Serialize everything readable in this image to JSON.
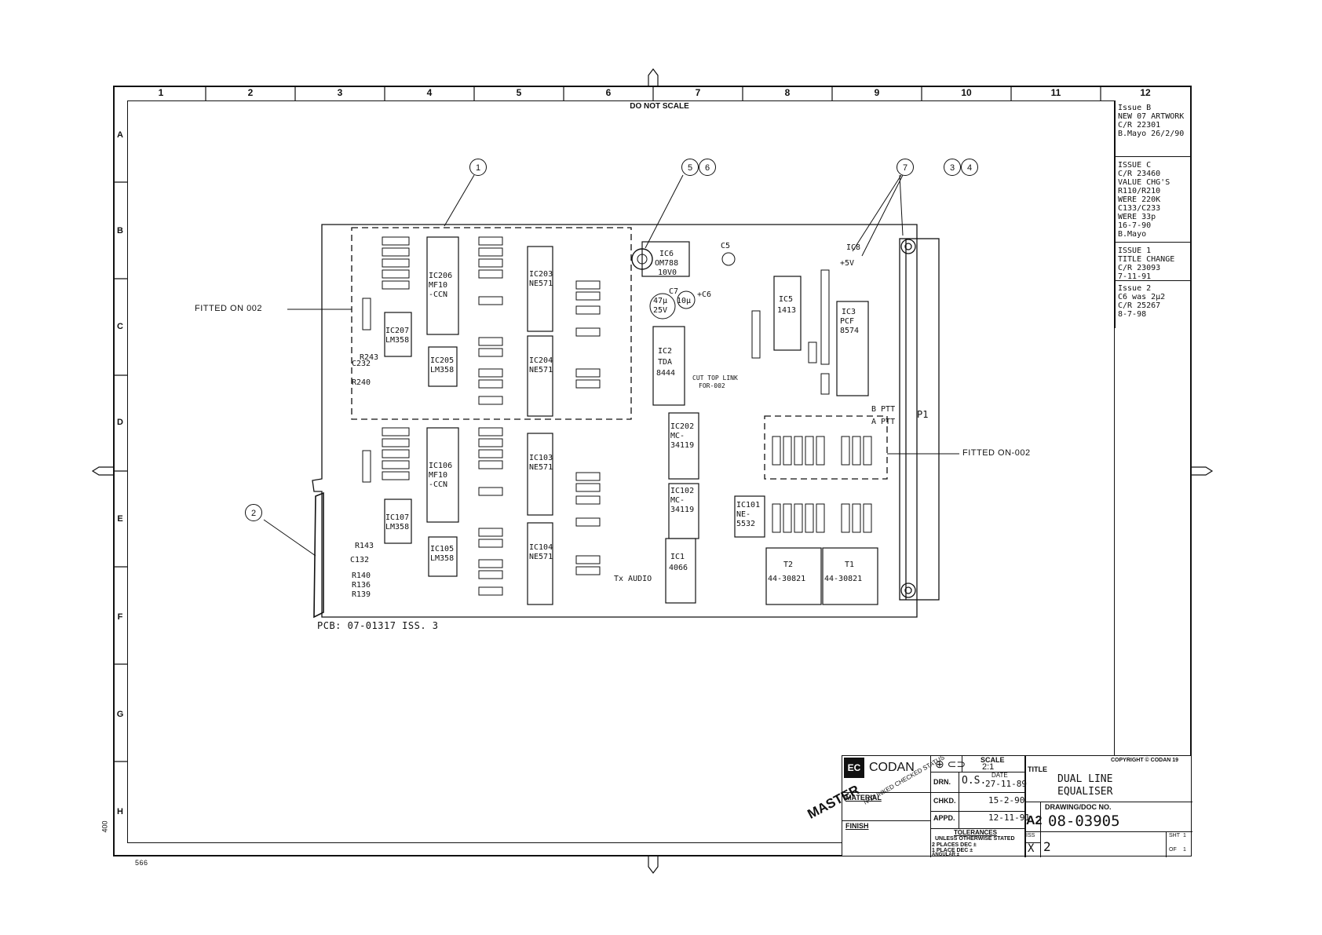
{
  "drawing": {
    "do_not_scale": "DO NOT SCALE",
    "columns": [
      "1",
      "2",
      "3",
      "4",
      "5",
      "6",
      "7",
      "8",
      "9",
      "10",
      "11",
      "12"
    ],
    "rows": [
      "A",
      "B",
      "C",
      "D",
      "E",
      "F",
      "G",
      "H"
    ],
    "pcb_label": "PCB: 07-01317 ISS. 3",
    "fitted_left": "FITTED ON 002",
    "fitted_right": "FITTED ON-002",
    "callouts": [
      "1",
      "2",
      "5",
      "6",
      "7",
      "3",
      "4"
    ],
    "connector_label": "P1",
    "board_labels": {
      "ic206": "IC206 MF10 -CCN",
      "ic106": "IC106 MF10 -CCN",
      "ic203": "IC203 NE571",
      "ic204": "IC204 NE571",
      "ic103": "IC103 NE571",
      "ic104": "IC104 NE571",
      "ic207": "IC207 LM358",
      "ic205": "IC205 LM358",
      "ic107": "IC107 LM358",
      "ic105": "IC105 LM358",
      "ic6": "IC6 OM788 10V0",
      "ic2": "IC2 TDA 8444",
      "ic5": "IC5 1413",
      "ic3": "IC3 PCF 8574",
      "ic202": "IC202 MC-34119",
      "ic102": "IC102 MC-34119",
      "ic101": "IC101 NE-5532",
      "ic1": "IC1 4066",
      "t2": "T2 44-30821",
      "t1": "T1 44-30821",
      "c7": "C7 47µ 25V",
      "c6": "10µ +C6",
      "cut_link": "CUT TOP LINK FOR-002",
      "tx_audio": "Tx AUDIO",
      "ptt_a": "A PTT",
      "ptt_b": "B PTT",
      "v5": "+5V",
      "c8": "IC8",
      "c5": "C5"
    },
    "corner_notes": {
      "left_bottom": "400",
      "bottom_left": "566"
    }
  },
  "revisions": [
    {
      "lines": [
        "Issue B",
        "NEW 07 ARTWORK",
        "C/R 22301",
        "B.Mayo 26/2/90"
      ]
    },
    {
      "lines": [
        "ISSUE C",
        "C/R 23460",
        "VALUE CHG'S",
        "R110/R210",
        "WERE 220K",
        "C133/C233",
        "WERE 33p",
        "16-7-90",
        "B.Mayo"
      ]
    },
    {
      "lines": [
        "ISSUE 1",
        "TITLE CHANGE",
        "C/R 23093",
        "7-11-91"
      ]
    },
    {
      "lines": [
        "Issue 2",
        "C6 was 2µ2",
        "C/R 25267",
        "8-7-98"
      ]
    }
  ],
  "title_block": {
    "company": "CODAN",
    "logo": "EC",
    "stamp_master": "MASTER",
    "stamp_check": "NOT INKED CHECKED STATUS",
    "material_label": "MATERIAL",
    "finish_label": "FINISH",
    "scale_label": "SCALE",
    "scale_value": "2:1",
    "date_label": "DATE",
    "drn_label": "DRN.",
    "drn_value": "O.S.",
    "drn_date": "27-11-89",
    "chkd_label": "CHKD.",
    "chkd_date": "15-2-90",
    "appd_label": "APPD.",
    "appd_date": "12-11-91",
    "tolerances_label": "TOLERANCES",
    "unless_label": "UNLESS OTHERWISE STATED",
    "places2": "2 PLACES DEC ±",
    "places1": "1 PLACE DEC ±",
    "angular": "ANGULAR ±",
    "title_label": "TITLE",
    "title_line1": "DUAL LINE",
    "title_line2": "EQUALISER",
    "copyright": "COPYRIGHT © CODAN 19",
    "drawing_no_label": "DRAWING/DOC NO.",
    "size": "A2",
    "drawing_no": "08-03905",
    "iss_label": "ISS",
    "iss_old": "X",
    "iss_value": "2",
    "sht_label": "SHT",
    "sht_value": "1",
    "of_label": "OF",
    "of_value": "1"
  }
}
